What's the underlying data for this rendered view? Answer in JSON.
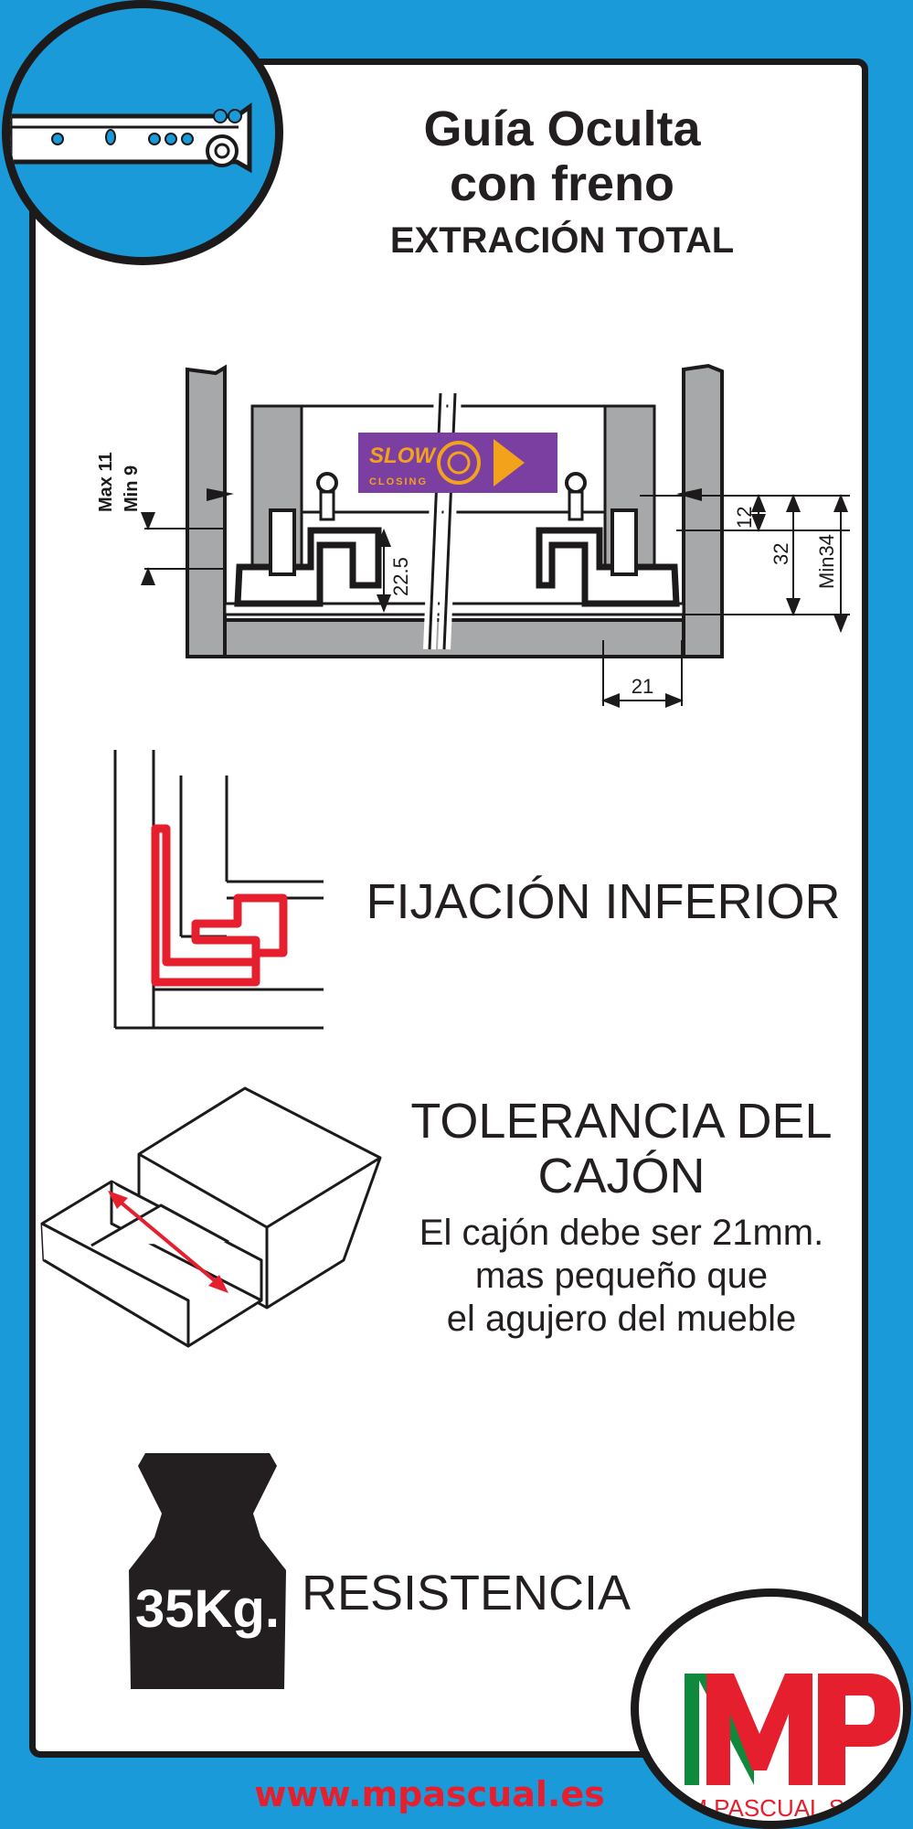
{
  "header": {
    "title_line1": "Guía Oculta",
    "title_line2": "con freno",
    "subtitle": "EXTRACIÓN TOTAL"
  },
  "diagram": {
    "badge_text": "SLOW",
    "badge_subtext": "CLOSING",
    "dim_max": "Max 11",
    "dim_min": "Min 9",
    "dim_22_5": "22.5",
    "dim_12": "12",
    "dim_32": "32",
    "dim_min34": "Min34",
    "dim_21": "21"
  },
  "features": {
    "fijacion": "FIJACIÓN INFERIOR",
    "tolerancia_line1": "TOLERANCIA DEL",
    "tolerancia_line2": "CAJÓN",
    "tolerancia_desc1": "El cajón debe ser 21mm.",
    "tolerancia_desc2": "mas pequeño que",
    "tolerancia_desc3": "el agujero del mueble",
    "weight_value": "35Kg.",
    "resistencia": "RESISTENCIA"
  },
  "brand": {
    "logo_letters": "MP",
    "logo_name": "M PASCUAL S.L",
    "website": "www.mpascual.es"
  },
  "colors": {
    "background": "#1a9ad9",
    "accent_red": "#e51f2e",
    "badge_purple": "#7a3fa0",
    "badge_orange": "#f3a21b"
  }
}
